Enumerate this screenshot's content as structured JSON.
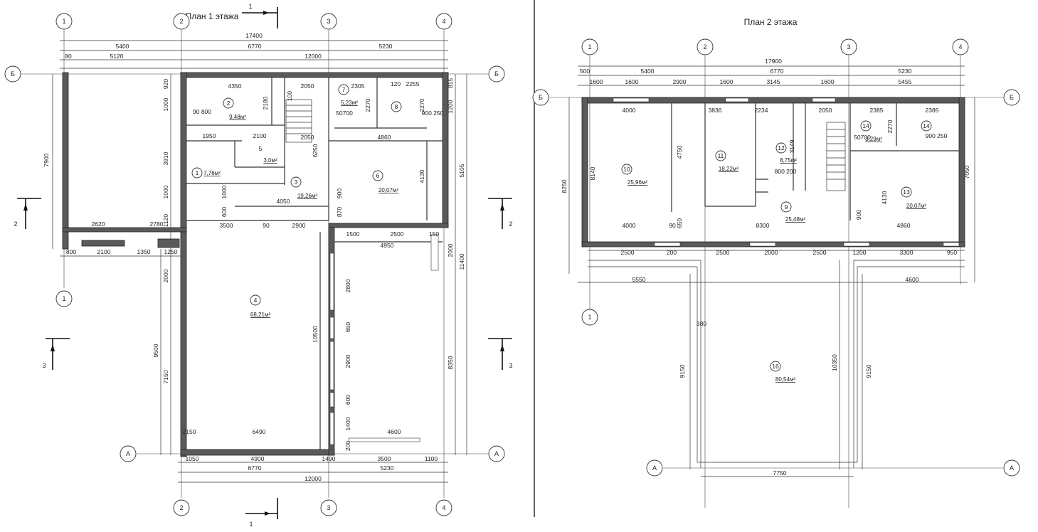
{
  "plan1": {
    "title": "План 1 этажа",
    "axes": {
      "a1": "1",
      "a2": "2",
      "a3": "3",
      "a4": "4",
      "aB": "Б",
      "aA": "А"
    },
    "section_marks": {
      "s1_top": "1",
      "s1_bottom": "1",
      "s2_left": "2",
      "s2_right": "2",
      "s3_left": "3",
      "s3_right": "3"
    },
    "dims": {
      "d17400": "17400",
      "d5400": "5400",
      "d6770": "6770",
      "d5230": "5230",
      "d80": "80",
      "d5120": "5120",
      "d12000": "12000",
      "d7900": "7900",
      "d920": "920",
      "d1000a": "1000",
      "d3910": "3910",
      "d1000b": "1000",
      "d1120": "1120",
      "d2620": "2620",
      "d2780": "2780",
      "d800": "800",
      "d2100": "2100",
      "d1350": "1350",
      "d4350": "4350",
      "d2180": "2180",
      "d100": "100",
      "d2050top": "2050",
      "d2305": "2305",
      "d120": "120",
      "d2255": "2255",
      "d815": "815",
      "d1200": "1200",
      "d2270a": "2270",
      "d2270b": "2270",
      "d90_800": "90 800",
      "d1950": "1950",
      "d2100b": "2100",
      "d2050b": "2050",
      "d4860": "4860",
      "d50700": "50700",
      "d900_250": "900 250",
      "d6250": "6250",
      "d4130": "4130",
      "d5105": "5105",
      "d1000c": "1000",
      "d600": "600",
      "d4050": "4050",
      "d900a": "900",
      "d870": "870",
      "d3500": "3500",
      "d90": "90",
      "d2900": "2900",
      "d1500": "1500",
      "d2500": "2500",
      "d4950": "4950",
      "d150": "150",
      "d2000a": "2000",
      "d11400": "11400",
      "d2000b": "2000",
      "d9500": "9500",
      "d7150": "7150",
      "d10500": "10500",
      "d2800": "2800",
      "d650": "650",
      "d2900b": "2900",
      "d600b": "600",
      "d1400": "1400",
      "d8350": "8350",
      "d6490": "6490",
      "d4600": "4600",
      "d200": "200",
      "d1050": "1050",
      "d4900": "4900",
      "d1490": "1490",
      "d3500b": "3500",
      "d1100": "1100",
      "d6770b": "6770",
      "d5230b": "5230",
      "d12000b": "12000",
      "d1250": "1250",
      "d2150": "2150"
    },
    "rooms": [
      {
        "num": "1",
        "area": "7,76м²"
      },
      {
        "num": "2",
        "area": "9,48м²"
      },
      {
        "num": "3",
        "area": "19,26м²"
      },
      {
        "num": "4",
        "area": "68,21м²"
      },
      {
        "num": "5",
        "area": "3,0м²"
      },
      {
        "num": "6",
        "area": "20,07м²"
      },
      {
        "num": "7",
        "area": "5,23м²"
      },
      {
        "num": "8",
        "area": ""
      }
    ]
  },
  "plan2": {
    "title": "План 2 этажа",
    "axes": {
      "a1": "1",
      "a1b": "1",
      "a2": "2",
      "a3": "3",
      "a4": "4",
      "aB1": "Б",
      "aB2": "Б",
      "aA1": "А",
      "aA2": "А"
    },
    "dims": {
      "d17900": "17900",
      "d500": "500",
      "d5400": "5400",
      "d6770": "6770",
      "d5230": "5230",
      "d1600a": "1600",
      "d1600b": "1600",
      "d2900": "2900",
      "d1600c": "1600",
      "d3145": "3145",
      "d1600d": "1600",
      "d5455": "5455",
      "d4000a": "4000",
      "d3836": "3836",
      "d2234": "2234",
      "d2050": "2050",
      "d2385a": "2385",
      "d2385b": "2385",
      "d8250": "8250",
      "d8140": "8140",
      "d4750": "4750",
      "d3149": "3149",
      "d800_200": "800  200",
      "d2270": "2270",
      "d50700": "50700",
      "d900_250": "900 250",
      "d4130": "4130",
      "d900": "900",
      "d7050": "7050",
      "d4000b": "4000",
      "d90": "90",
      "d650": "650",
      "d8300": "8300",
      "d4860": "4860",
      "d2500a": "2500",
      "d200": "200",
      "d2500b": "2500",
      "d2000": "2000",
      "d2500c": "2500",
      "d1200": "1200",
      "d3300": "3300",
      "d950": "950",
      "d5550": "5550",
      "d4600": "4600",
      "d380": "380",
      "d9150a": "9150",
      "d10350": "10350",
      "d9150b": "9150",
      "d7750": "7750"
    },
    "rooms": [
      {
        "num": "9",
        "area": "25,48м²"
      },
      {
        "num": "10",
        "area": "25,96м²"
      },
      {
        "num": "11",
        "area": "18,22м²"
      },
      {
        "num": "12",
        "area": "8,75м²"
      },
      {
        "num": "13",
        "area": "20,07м²"
      },
      {
        "num": "14",
        "area": "3,29м²"
      },
      {
        "num": "14",
        "area": ""
      },
      {
        "num": "16",
        "area": "80,54м²"
      }
    ]
  }
}
